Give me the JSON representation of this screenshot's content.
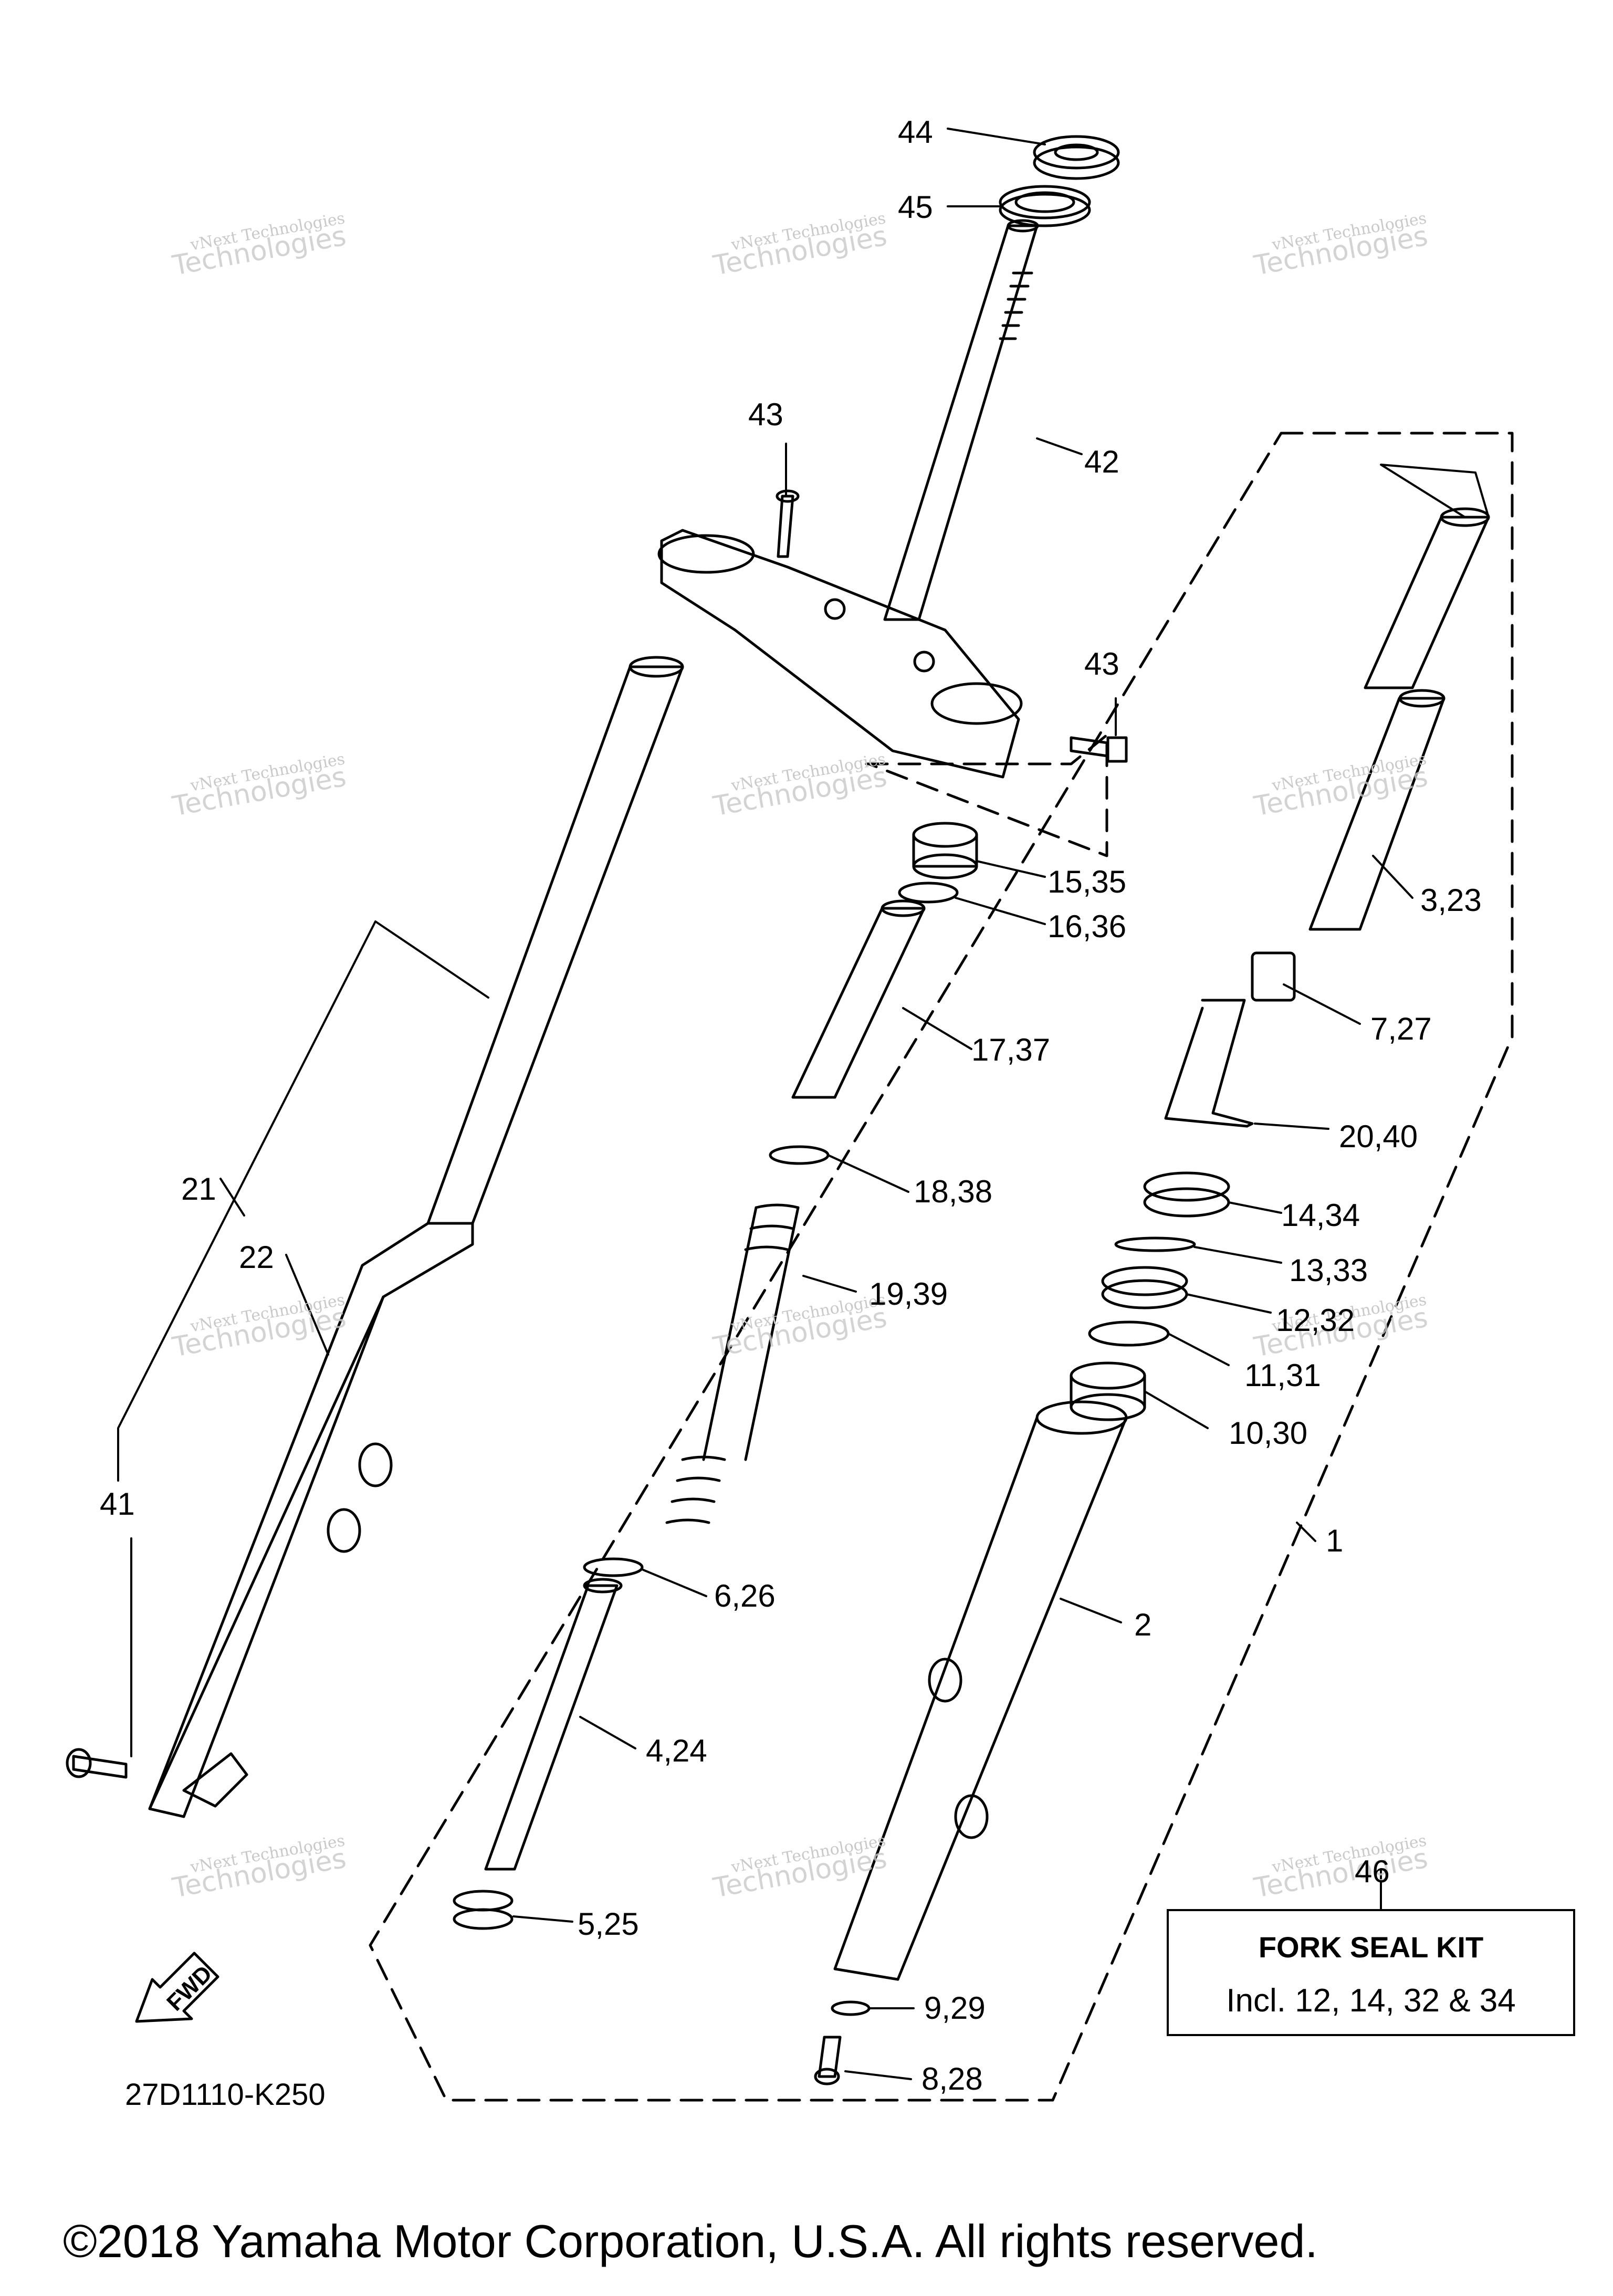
{
  "parts": {
    "p44": "44",
    "p45": "45",
    "p43a": "43",
    "p42": "42",
    "p43b": "43",
    "p15": "15,35",
    "p16": "16,36",
    "p17": "17,37",
    "p18": "18,38",
    "p19": "19,39",
    "p6": "6,26",
    "p4": "4,24",
    "p5": "5,25",
    "p3": "3,23",
    "p7": "7,27",
    "p20": "20,40",
    "p14": "14,34",
    "p13": "13,33",
    "p12": "12,32",
    "p11": "11,31",
    "p10": "10,30",
    "p1": "1",
    "p2": "2",
    "p9": "9,29",
    "p8": "8,28",
    "p21": "21",
    "p22": "22",
    "p41": "41",
    "p46": "46"
  },
  "kit": {
    "title": "FORK SEAL KIT",
    "description": "Incl. 12, 14, 32 & 34"
  },
  "fwd_label": "FWD",
  "reference_code": "27D1110-K250",
  "copyright": "©2018 Yamaha Motor Corporation, U.S.A. All rights reserved.",
  "watermark": {
    "line1": "vNext Technologies",
    "line2": "Technologies"
  },
  "colors": {
    "line": "#000000",
    "watermark": "#c9c9c9",
    "background": "#ffffff"
  }
}
